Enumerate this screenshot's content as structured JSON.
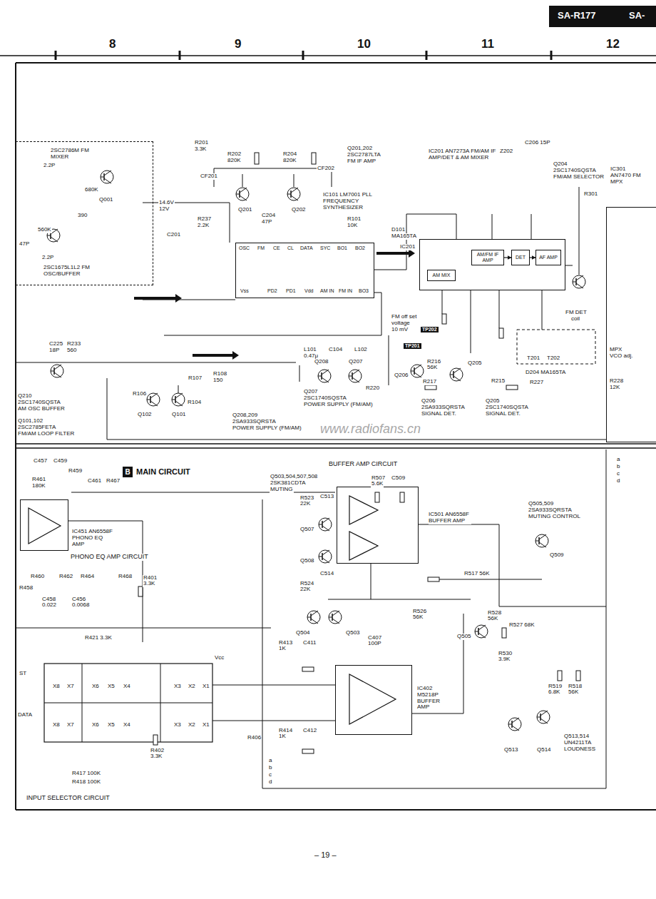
{
  "diagram": {
    "nodes": [
      {
        "text": [
          "2SC2786M FM MIXER",
          "2SC1675L1L2 FM OSC/BUFFER"
        ]
      },
      {
        "text": [
          "IC101 LM7001 PLL FREQUENCY SYNTHESIZER"
        ]
      },
      {
        "text": [
          "IC201 AN7273A FM/AM IF AMP/DET & AM MIXER"
        ]
      },
      {
        "text": [
          "AM/FM IF AMP"
        ],
        "in": 2
      },
      {
        "text": [
          "DET"
        ],
        "in": 2
      },
      {
        "text": [
          "AF AMP"
        ],
        "in": 2
      },
      {
        "text": [
          "AM MIX"
        ],
        "in": 2
      },
      {
        "text": [
          "IC301 AN7470 FM MPX"
        ]
      },
      {
        "text": [
          "B"
        ]
      },
      {
        "text": [
          "IC451 AN6558F PHONO EQ AMP"
        ]
      },
      {
        "text": [
          "IC501 AN6558F BUFFER AMP"
        ]
      },
      {
        "text": [
          "IC402 M5218P BUFFER AMP"
        ]
      }
    ],
    "edges": [
      {
        "from": 3,
        "to": 4,
        "arrow": "to"
      },
      {
        "from": 4,
        "to": 5,
        "arrow": "to"
      }
    ],
    "labels": [
      "SA-R177",
      "SA-",
      "8",
      "9",
      "10",
      "11",
      "12",
      "Q201,202",
      "2SC2787LTA",
      "FM IF AMP",
      "R201",
      "3.3K",
      "R202",
      "820K",
      "R204",
      "820K",
      "CF201",
      "CF202",
      "Q201",
      "Q202",
      "C204",
      "47P",
      "R237",
      "2.2K",
      "14.6V",
      "12V",
      "Q001",
      "680K",
      "560K",
      "47P",
      "2.2P",
      "2.2P",
      "390",
      "C201",
      "D101",
      "MA165TA",
      "R101",
      "10K",
      "Z202",
      "C206 15P",
      "Q204",
      "2SC1740SQSTA",
      "FM/AM SELECTOR",
      "R301",
      "OSC",
      "FM",
      "CE",
      "CL",
      "DATA",
      "SYC",
      "BO1",
      "BO2",
      "Vss",
      "PD2",
      "PD1",
      "Vdd",
      "AM IN",
      "FM IN",
      "BO3",
      "L101",
      "0.47μ",
      "C104",
      "L102",
      "FM off set",
      "voltage",
      "10 mV",
      "TP202",
      "TP201",
      "FM DET",
      "coil",
      "T201",
      "T202",
      "MPX",
      "VCO adj.",
      "D204 MA165TA",
      "R216",
      "56K",
      "R217",
      "R215",
      "R227",
      "R228",
      "12K",
      "Q206",
      "Q205",
      "Q206",
      "2SA933SQRSTA",
      "SIGNAL DET.",
      "Q205",
      "2SC1740SQSTA",
      "SIGNAL DET.",
      "Q208",
      "Q207",
      "Q207",
      "2SC1740SQSTA",
      "POWER SUPPLY (FM/AM)",
      "Q208,209",
      "2SA933SQRSTA",
      "POWER SUPPLY (FM/AM)",
      "R220",
      "Q210",
      "2SC1740SQSTA",
      "AM OSC BUFFER",
      "Q101,102",
      "2SC2785FETA",
      "FM/AM LOOP FILTER",
      "Q102",
      "Q101",
      "C225",
      "18P",
      "R233",
      "560",
      "R106",
      "R107",
      "R108",
      "150",
      "R104",
      "www.radiofans.cn",
      "MAIN CIRCUIT",
      "BUFFER AMP CIRCUIT",
      "Q503,504,507,508",
      "2SK381CDTA",
      "MUTING",
      "PHONO EQ AMP CIRCUIT",
      "Q505,509",
      "2SA933SQRSTA",
      "MUTING CONTROL",
      "Q513,514",
      "UN4211TA",
      "LOUDNESS",
      "INPUT SELECTOR CIRCUIT",
      "Q507",
      "Q508",
      "Q504",
      "Q503",
      "Q505",
      "Q509",
      "Q513",
      "Q514",
      "R523",
      "22K",
      "C513",
      "R524",
      "22K",
      "C514",
      "R507",
      "5.6K",
      "C509",
      "R517 56K",
      "R526",
      "56K",
      "R528",
      "56K",
      "R527 68K",
      "R530",
      "3.9K",
      "R519",
      "6.8K",
      "R518",
      "56K",
      "R401",
      "3.3K",
      "R421 3.3K",
      "R413",
      "1K",
      "C411",
      "C407",
      "100P",
      "R414",
      "1K",
      "C412",
      "R402",
      "3.3K",
      "R417 100K",
      "R418 100K",
      "R406",
      "R460",
      "R458",
      "R462",
      "R464",
      "R468",
      "C458",
      "0.022",
      "C456",
      "0.0068",
      "C457",
      "C459",
      "R459",
      "R461",
      "180K",
      "C461",
      "R467",
      "X8",
      "X7",
      "X6",
      "X5",
      "X4",
      "X3",
      "X2",
      "X1",
      "X8",
      "X7",
      "X6",
      "X5",
      "X4",
      "X3",
      "X2",
      "X1",
      "ST",
      "DATA",
      "Vcc",
      "a",
      "b",
      "c",
      "d",
      "a",
      "b",
      "c",
      "d",
      "– 19 –",
      "IC201"
    ]
  }
}
